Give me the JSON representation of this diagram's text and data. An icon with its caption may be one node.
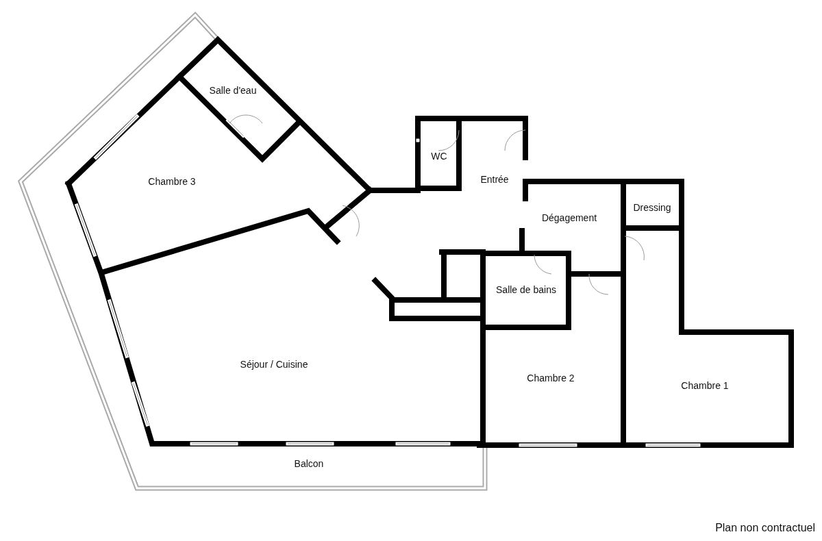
{
  "diagram": {
    "nodes": [
      {
        "text": [
          "Salle d'eau"
        ]
      },
      {
        "text": [
          "Chambre 3"
        ]
      },
      {
        "text": [
          "WC"
        ]
      },
      {
        "text": [
          "Entrée"
        ]
      },
      {
        "text": [
          "Dressing"
        ]
      },
      {
        "text": [
          "Dégagement"
        ]
      },
      {
        "text": [
          "Salle de bains"
        ]
      },
      {
        "text": [
          "Séjour / Cuisine"
        ]
      },
      {
        "text": [
          "Chambre 2"
        ]
      },
      {
        "text": [
          "Chambre 1"
        ]
      },
      {
        "text": [
          "Balcon"
        ]
      }
    ],
    "labels": [
      "Plan non contractuel"
    ]
  }
}
